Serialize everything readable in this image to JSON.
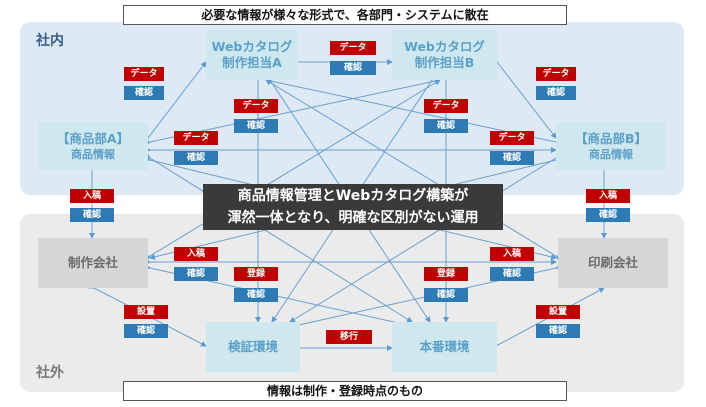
{
  "captions": {
    "top": "必要な情報が様々な形式で、各部門・システムに散在",
    "bottom": "情報は制作・登録時点のもの"
  },
  "regions": {
    "inner": "社内",
    "outer": "社外"
  },
  "nodes": {
    "web_a": {
      "line1": "Webカタログ",
      "line2": "制作担当A"
    },
    "web_b": {
      "line1": "Webカタログ",
      "line2": "制作担当B"
    },
    "prod_a": {
      "line1": "【商品部A】",
      "line2": "商品情報"
    },
    "prod_b": {
      "line1": "【商品部B】",
      "line2": "商品情報"
    },
    "seisaku": {
      "line1": "制作会社"
    },
    "insatsu": {
      "line1": "印刷会社"
    },
    "kensho": {
      "line1": "検証環境"
    },
    "honban": {
      "line1": "本番環境"
    }
  },
  "center_message": {
    "line1": "商品情報管理とWebカタログ構築が",
    "line2": "渾然一体となり、明確な区別がない運用"
  },
  "tags": {
    "data": "データ",
    "confirm": "確認",
    "nyuko": "入稿",
    "toroku": "登録",
    "setsumei": "設置",
    "ikou": "移行"
  },
  "colors": {
    "inner_bg": "#dde9f5",
    "outer_bg": "#ebebeb",
    "red_tag": "#c00000",
    "blue_tag": "#2e7ab5",
    "arrow": "#5b9bd5"
  }
}
